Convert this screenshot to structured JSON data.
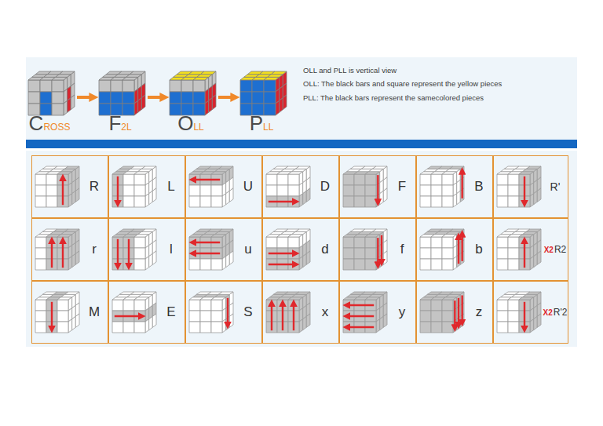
{
  "diagram": {
    "nodes": [
      {
        "text": [
          "C",
          "ROSS"
        ]
      },
      {
        "text": [
          "F",
          "2L"
        ]
      },
      {
        "text": [
          "O",
          "LL"
        ]
      },
      {
        "text": [
          "P",
          "LL"
        ]
      },
      {
        "text": [
          "R"
        ]
      },
      {
        "text": [
          "L"
        ]
      },
      {
        "text": [
          "U"
        ]
      },
      {
        "text": [
          "D"
        ]
      },
      {
        "text": [
          "F"
        ]
      },
      {
        "text": [
          "B"
        ]
      },
      {
        "text": [
          "R'"
        ]
      },
      {
        "text": [
          "r"
        ]
      },
      {
        "text": [
          "l"
        ]
      },
      {
        "text": [
          "u"
        ]
      },
      {
        "text": [
          "d"
        ]
      },
      {
        "text": [
          "f"
        ]
      },
      {
        "text": [
          "b"
        ]
      },
      {
        "text": [
          "X2",
          "R2"
        ]
      },
      {
        "text": [
          "M"
        ]
      },
      {
        "text": [
          "E"
        ]
      },
      {
        "text": [
          "S"
        ]
      },
      {
        "text": [
          "x"
        ]
      },
      {
        "text": [
          "y"
        ]
      },
      {
        "text": [
          "z"
        ]
      },
      {
        "text": [
          "X2",
          "R'2"
        ]
      }
    ],
    "edges": [
      {
        "from": 0,
        "to": 1,
        "arrow": "to"
      },
      {
        "from": 1,
        "to": 2,
        "arrow": "to"
      },
      {
        "from": 2,
        "to": 3,
        "arrow": "to"
      }
    ],
    "labels": [
      "OLL and PLL is vertical view",
      "OLL: The black bars and square represent the yellow pieces",
      "PLL: The black bars represent the samecolored pieces"
    ]
  }
}
